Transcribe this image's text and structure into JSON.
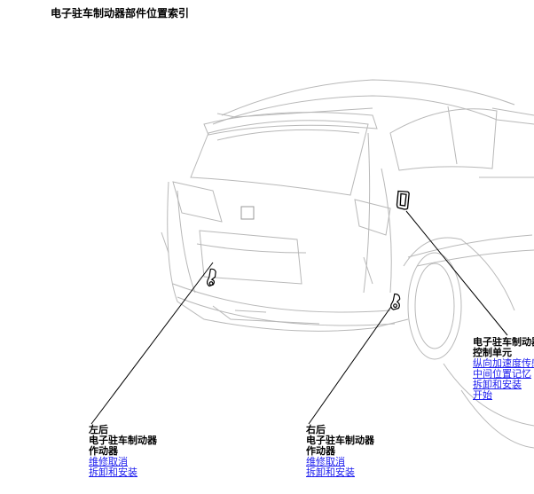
{
  "page": {
    "title": "电子驻车制动器部件位置索引"
  },
  "callouts": {
    "left_rear": {
      "lines": [
        "左后",
        "电子驻车制动器",
        "作动器"
      ],
      "links": [
        "维修取消",
        "拆卸和安装"
      ]
    },
    "right_rear": {
      "lines": [
        "右后",
        "电子驻车制动器",
        "作动器"
      ],
      "links": [
        "维修取消",
        "拆卸和安装"
      ]
    },
    "control_unit": {
      "lines": [
        "电子驻车制动器",
        "控制单元"
      ],
      "links": [
        "纵向加速度传感器",
        "中间位置记忆",
        "拆卸和安装",
        "开始"
      ]
    }
  },
  "colors": {
    "link": "#1a1aee",
    "line_art": "#b0b0b0",
    "part": "#000000"
  },
  "icons": [
    "car-rear-illustration",
    "left-actuator-icon",
    "right-actuator-icon",
    "control-unit-icon"
  ]
}
